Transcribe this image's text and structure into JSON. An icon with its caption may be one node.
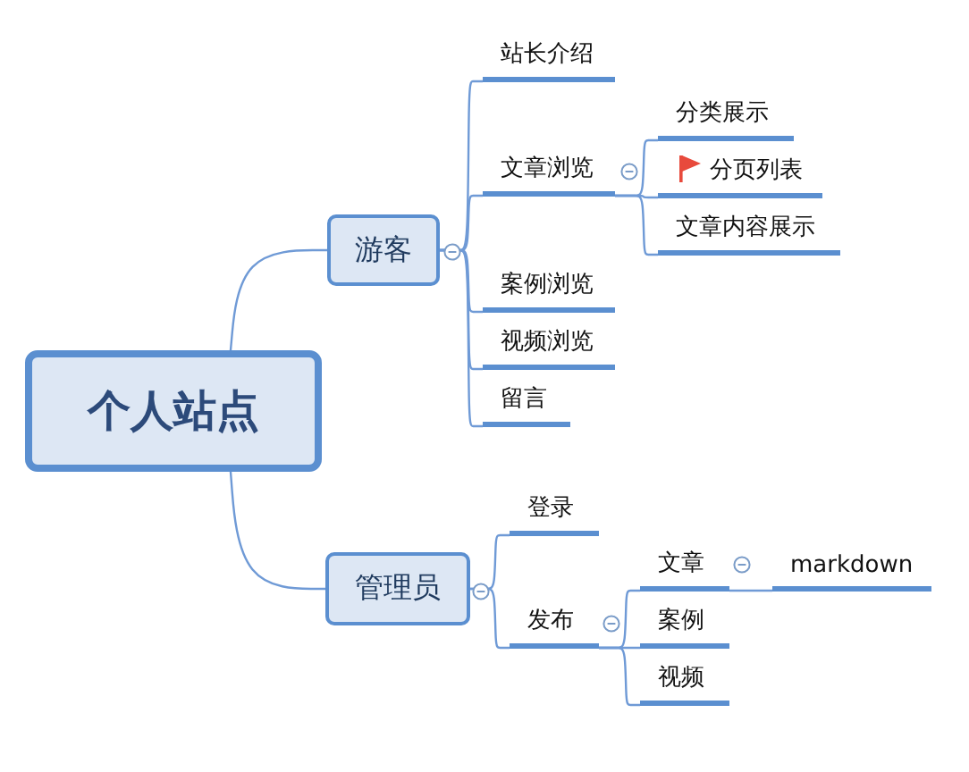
{
  "diagram": {
    "nodes": [
      {
        "text": [
          "个人站点"
        ]
      },
      {
        "text": [
          "游客"
        ]
      },
      {
        "text": [
          "站长介绍"
        ]
      },
      {
        "text": [
          "文章浏览"
        ]
      },
      {
        "text": [
          "分类展示"
        ]
      },
      {
        "text": [
          "分页列表"
        ]
      },
      {
        "text": [
          "文章内容展示"
        ]
      },
      {
        "text": [
          "案例浏览"
        ]
      },
      {
        "text": [
          "视频浏览"
        ]
      },
      {
        "text": [
          "留言"
        ]
      },
      {
        "text": [
          "管理员"
        ]
      },
      {
        "text": [
          "登录"
        ]
      },
      {
        "text": [
          "发布"
        ]
      },
      {
        "text": [
          "文章"
        ]
      },
      {
        "text": [
          "markdown"
        ]
      },
      {
        "text": [
          "案例"
        ]
      },
      {
        "text": [
          "视频"
        ]
      }
    ],
    "edges": [
      {
        "from": 0,
        "to": 1,
        "arrow": "none"
      },
      {
        "from": 1,
        "to": 2,
        "arrow": "none"
      },
      {
        "from": 1,
        "to": 3,
        "arrow": "none"
      },
      {
        "from": 3,
        "to": 4,
        "arrow": "none"
      },
      {
        "from": 3,
        "to": 5,
        "arrow": "none"
      },
      {
        "from": 3,
        "to": 6,
        "arrow": "none"
      },
      {
        "from": 1,
        "to": 7,
        "arrow": "none"
      },
      {
        "from": 1,
        "to": 8,
        "arrow": "none"
      },
      {
        "from": 1,
        "to": 9,
        "arrow": "none"
      },
      {
        "from": 0,
        "to": 10,
        "arrow": "none"
      },
      {
        "from": 10,
        "to": 11,
        "arrow": "none"
      },
      {
        "from": 10,
        "to": 12,
        "arrow": "none"
      },
      {
        "from": 12,
        "to": 13,
        "arrow": "none"
      },
      {
        "from": 13,
        "to": 14,
        "arrow": "none"
      },
      {
        "from": 12,
        "to": 15,
        "arrow": "none"
      },
      {
        "from": 12,
        "to": 16,
        "arrow": "none"
      }
    ]
  }
}
